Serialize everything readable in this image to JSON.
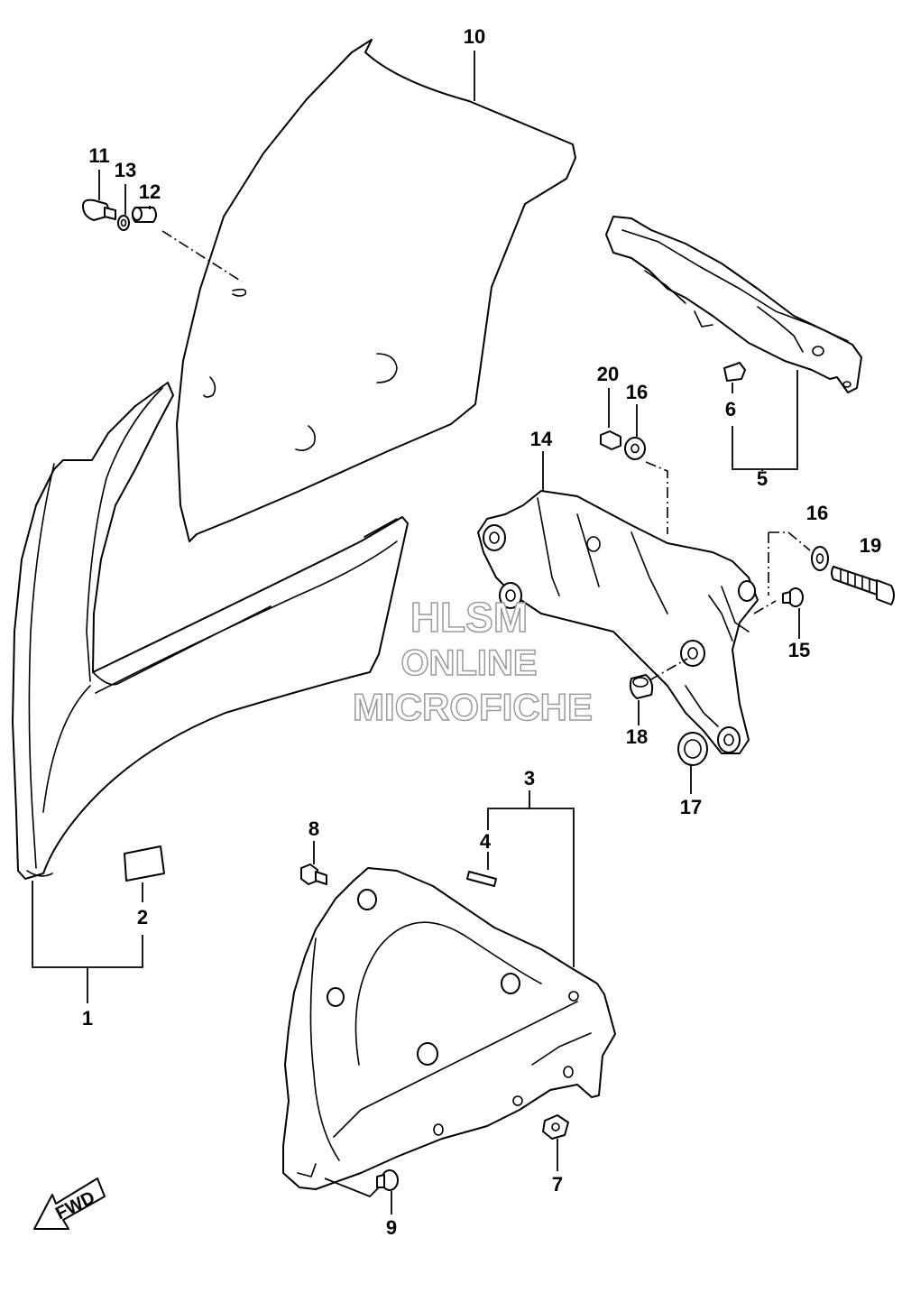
{
  "watermark": {
    "line1": "HLSM",
    "line2": "ONLINE",
    "line3": "MICROFICHE"
  },
  "fwd_label": "FWD",
  "callouts": {
    "p1": "1",
    "p2": "2",
    "p3": "3",
    "p4": "4",
    "p5": "5",
    "p6": "6",
    "p7": "7",
    "p8": "8",
    "p9": "9",
    "p10": "10",
    "p11": "11",
    "p12": "12",
    "p13": "13",
    "p14": "14",
    "p15": "15",
    "p16a": "16",
    "p16b": "16",
    "p17": "17",
    "p18": "18",
    "p19": "19",
    "p20": "20"
  }
}
